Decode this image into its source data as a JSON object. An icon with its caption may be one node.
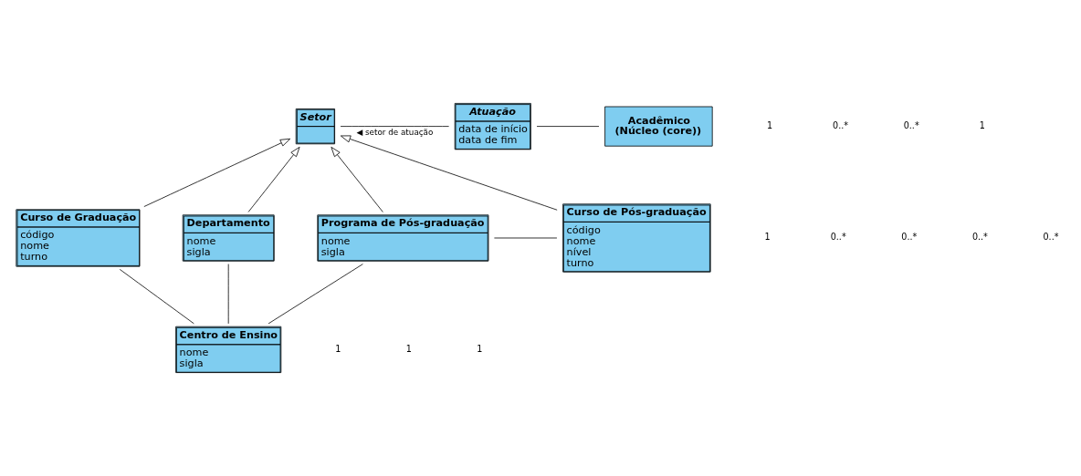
{
  "diagram": {
    "nodes": [
      {
        "text": [
          "Setor"
        ]
      },
      {
        "text": [
          "Atuação",
          "data de início",
          "data de fim"
        ]
      },
      {
        "text": [
          "Acadêmico",
          "(Núcleo (core))"
        ]
      },
      {
        "text": [
          "Curso de Graduação",
          "código",
          "nome",
          "turno"
        ]
      },
      {
        "text": [
          "Departamento",
          "nome",
          "sigla"
        ]
      },
      {
        "text": [
          "Programa de Pós-graduação",
          "nome",
          "sigla"
        ]
      },
      {
        "text": [
          "Curso de Pós-graduação",
          "código",
          "nome",
          "nível",
          "turno"
        ]
      },
      {
        "text": [
          "Centro de Ensino",
          "nome",
          "sigla"
        ]
      }
    ],
    "edges": [
      {
        "from": 0,
        "to": 1,
        "arrow": "none",
        "label": "◀ setor de atuação"
      },
      {
        "from": 1,
        "to": 2,
        "arrow": "none"
      },
      {
        "from": 3,
        "to": 0,
        "arrow": "to"
      },
      {
        "from": 4,
        "to": 0,
        "arrow": "to"
      },
      {
        "from": 5,
        "to": 0,
        "arrow": "to"
      },
      {
        "from": 6,
        "to": 0,
        "arrow": "to"
      },
      {
        "from": 5,
        "to": 6,
        "arrow": "none"
      },
      {
        "from": 7,
        "to": 3,
        "arrow": "none"
      },
      {
        "from": 7,
        "to": 4,
        "arrow": "none"
      },
      {
        "from": 7,
        "to": 5,
        "arrow": "none"
      }
    ],
    "labels": [
      "1",
      "0..*",
      "0..*",
      "1",
      "1",
      "0..*",
      "0..*",
      "0..*",
      "0..*",
      "1",
      "1",
      "1"
    ]
  }
}
